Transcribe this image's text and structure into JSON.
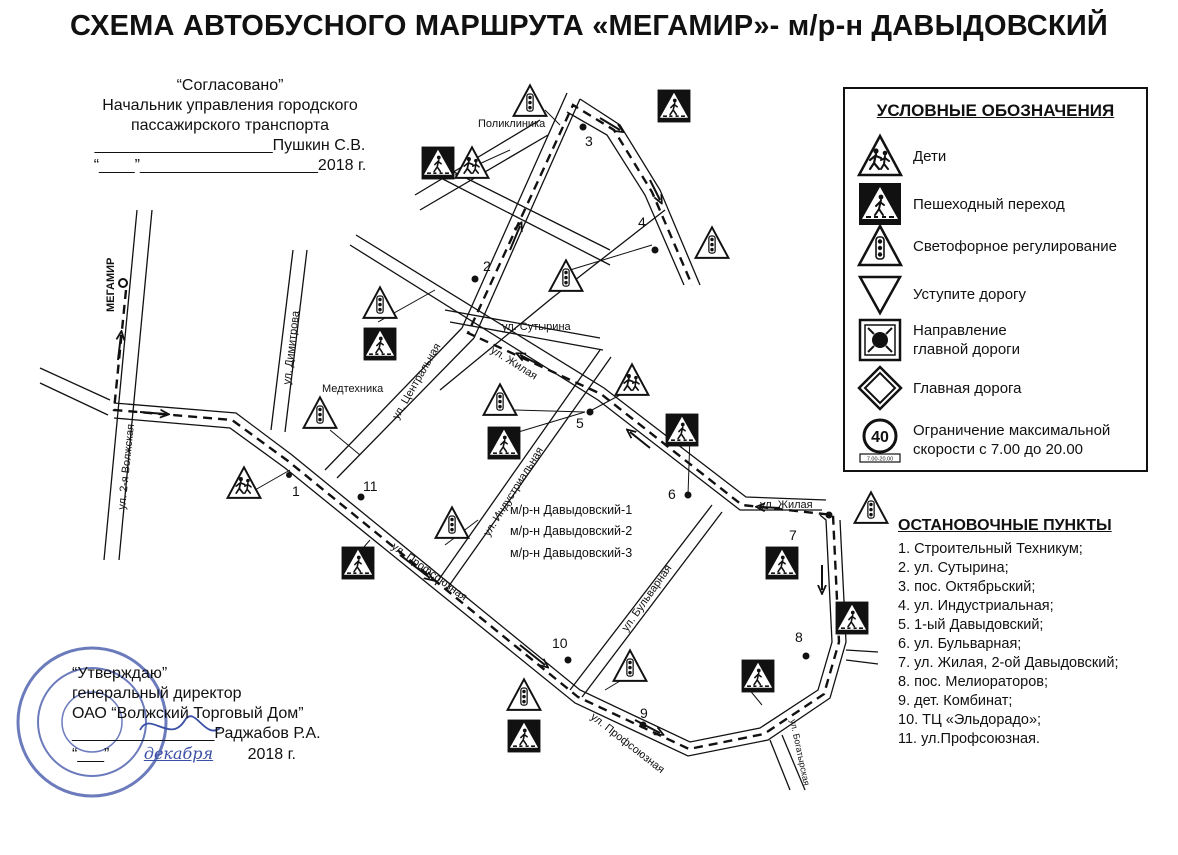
{
  "title": "СХЕМА АВТОБУСНОГО МАРШРУТА «МЕГАМИР»- м/р-н ДАВЫДОВСКИЙ",
  "approval_top": {
    "heading": "“Согласовано”",
    "line1": "Начальник управления городского",
    "line2": "пассажирского транспорта",
    "signature": "____________________Пушкин С.В.",
    "date": "“____”____________________2018 г."
  },
  "approval_bottom": {
    "heading": "“Утверждаю”",
    "line1": "генеральный директор",
    "line2": "ОАО “Волжский Торговый Дом”",
    "signature": "________________Раджабов Р.А.",
    "date_prefix": "“___”",
    "date_handwritten": "декабря",
    "date_suffix": "2018 г."
  },
  "legend": {
    "title": "УСЛОВНЫЕ ОБОЗНАЧЕНИЯ",
    "items": [
      {
        "icon": "children-sign-icon",
        "label": "Дети"
      },
      {
        "icon": "pedestrian-crossing-icon",
        "label": "Пешеходный переход"
      },
      {
        "icon": "traffic-light-sign-icon",
        "label": "Светофорное регулирование"
      },
      {
        "icon": "yield-sign-icon",
        "label": "Уступите дорогу"
      },
      {
        "icon": "main-road-direction-icon",
        "label": "Направление\nглавной дороги"
      },
      {
        "icon": "main-road-icon",
        "label": "Главная дорога"
      },
      {
        "icon": "speed-limit-icon",
        "label": "Ограничение максимальной\nскорости с 7.00 до 20.00"
      }
    ],
    "speed_value": "40",
    "speed_time": "7.00-20.00"
  },
  "stops": {
    "title": "ОСТАНОВОЧНЫЕ ПУНКТЫ",
    "items": [
      "1. Строительный Техникум;",
      "2. ул. Сутырина;",
      "3. пос. Октябрьский;",
      "4. ул. Индустриальная;",
      "5. 1-ый Давыдовский;",
      "6. ул. Бульварная;",
      "7. ул. Жилая, 2-ой Давыдовский;",
      "8. пос. Мелиораторов;",
      "9. дет. Комбинат;",
      "10. ТЦ «Эльдорадо»;",
      "11. ул.Профсоюзная."
    ]
  },
  "map": {
    "megamir": "МЕГАМИР",
    "streets": {
      "volzhskaya": "ул. 2-я Волжская",
      "dimitrova": "ул. Димитрова",
      "centralnaya": "ул. Центральная",
      "zhilaya": "ул. Жилая",
      "sutyrina": "ул. Сутырина",
      "industrialnaya": "ул. Индустриальная",
      "bulvarnaya": "ул. Бульварная",
      "profsoyuznaya": "ул. Профсоюзная",
      "profsoyuznaya2": "ул. Профсоюзная",
      "zhilaya2": "ул. Жилая",
      "bogatyrskaya": "ул. Богатырская"
    },
    "places": {
      "poliklinika": "Поликлиника",
      "medtekhnika": "Медтехника"
    },
    "districts": [
      "м/р-н Давыдовский-1",
      "м/р-н Давыдовский-2",
      "м/р-н Давыдовский-3"
    ],
    "stop_numbers": [
      "1",
      "2",
      "3",
      "4",
      "5",
      "6",
      "7",
      "8",
      "9",
      "10",
      "11"
    ]
  }
}
